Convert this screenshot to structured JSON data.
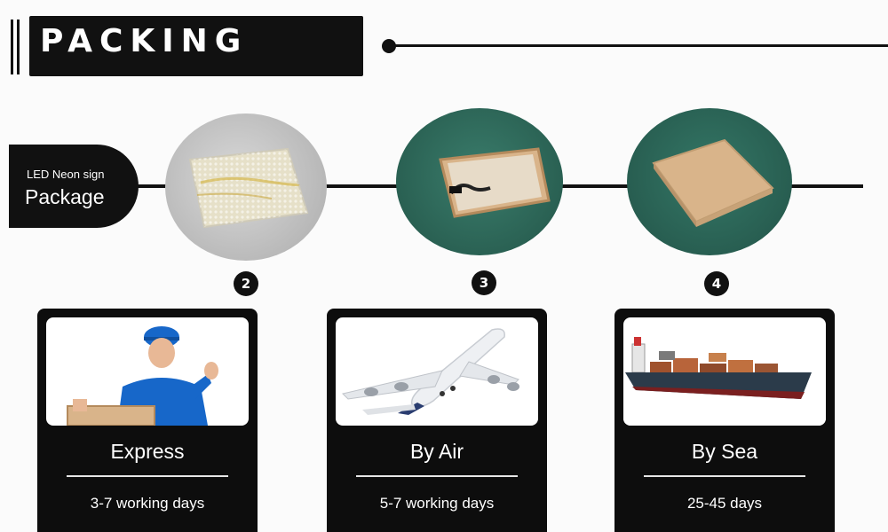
{
  "header": {
    "title": "PACKING"
  },
  "timeline": {
    "label_small": "LED Neon sign",
    "label_big": "Package",
    "steps": [
      {
        "number": "2",
        "image": "bubble-bag-package"
      },
      {
        "number": "3",
        "image": "open-carton-box"
      },
      {
        "number": "4",
        "image": "sealed-carton-box"
      }
    ]
  },
  "shipping": [
    {
      "title": "Express",
      "days": "3-7  working days",
      "image": "courier-with-box"
    },
    {
      "title": "By Air",
      "days": "5-7 working days",
      "image": "airplane"
    },
    {
      "title": "By Sea",
      "days": "25-45  days",
      "image": "cargo-ship"
    }
  ],
  "colors": {
    "dark": "#111111",
    "green": "#2a6153",
    "shirt": "#1767c9",
    "carton": "#d9b48a"
  }
}
